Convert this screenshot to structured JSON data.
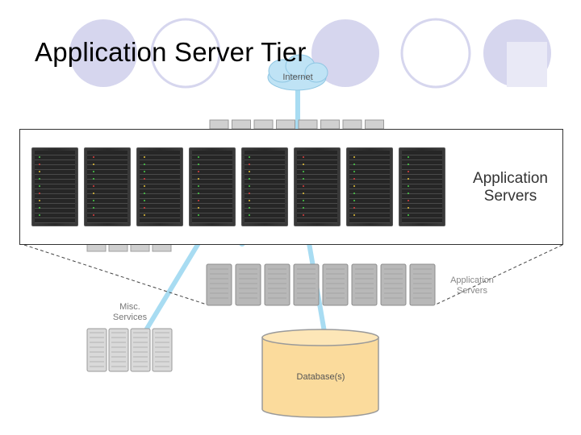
{
  "slide": {
    "title": "Application Server Tier"
  },
  "diagram": {
    "internet_label": "Internet",
    "app_servers_label": "Application Servers",
    "zoom_label_line1": "Application",
    "zoom_label_line2": "Servers",
    "misc_label_line1": "Misc.",
    "misc_label_line2": "Services",
    "database_label": "Database(s)",
    "zoom_rack_count": 8,
    "app_server_count": 8,
    "misc_server_count": 4,
    "colors": {
      "connection": "#a8dcf2",
      "database_fill": "#fbdb9c",
      "database_stroke": "#9a9a9a",
      "deco_circle_fill": "#d6d6ee",
      "server_gray": "#b8b8b8"
    }
  }
}
